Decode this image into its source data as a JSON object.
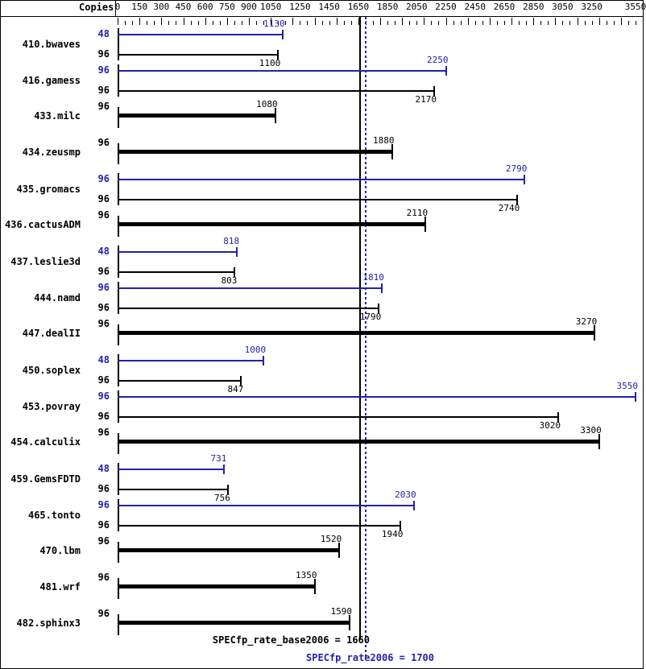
{
  "header": {
    "copies_label": "Copies"
  },
  "footer": {
    "base_text": "SPECfp_rate_base2006 = 1660",
    "peak_text": "SPECfp_rate2006 = 1700"
  },
  "colors": {
    "peak": "#2222aa",
    "base": "#000000",
    "background": "#ffffff"
  },
  "chart_data": {
    "type": "bar",
    "orientation": "horizontal",
    "title": "",
    "xlabel": "",
    "ylabel": "",
    "xlim": [
      0,
      3600
    ],
    "major_tick_step": 150,
    "minor_tick_step": 50,
    "grid": false,
    "axis_ticks": [
      0,
      150,
      300,
      450,
      600,
      750,
      900,
      1050,
      1250,
      1450,
      1650,
      1850,
      2050,
      2250,
      2450,
      2650,
      2850,
      3050,
      3250,
      3550
    ],
    "axis_tick_labels": [
      "0",
      "150",
      "300",
      "450",
      "600",
      "750",
      "900",
      "1050",
      "1250",
      "1450",
      "1650",
      "1850",
      "2050",
      "2250",
      "2450",
      "2650",
      "2850",
      "3050",
      "3250",
      "3550"
    ],
    "reference_lines": [
      {
        "name": "SPECfp_rate2006",
        "value": 1700,
        "style": "dotted",
        "color": "#2222aa"
      },
      {
        "name": "SPECfp_rate_base2006",
        "value": 1660,
        "style": "solid",
        "color": "#000000"
      }
    ],
    "series": [
      {
        "name": "peak",
        "label": "SPECfp_rate2006",
        "color": "#2222aa"
      },
      {
        "name": "base",
        "label": "SPECfp_rate_base2006",
        "color": "#000000"
      }
    ],
    "categories": [
      "410.bwaves",
      "416.gamess",
      "433.milc",
      "434.zeusmp",
      "435.gromacs",
      "436.cactusADM",
      "437.leslie3d",
      "444.namd",
      "447.dealII",
      "450.soplex",
      "453.povray",
      "454.calculix",
      "459.GemsFDTD",
      "465.tonto",
      "470.lbm",
      "481.wrf",
      "482.sphinx3"
    ],
    "rows": [
      {
        "benchmark": "410.bwaves",
        "peak_copies": "48",
        "peak_value": 1130,
        "peak_label": "1130",
        "base_copies": "96",
        "base_value": 1100,
        "base_label": "1100",
        "single": false
      },
      {
        "benchmark": "416.gamess",
        "peak_copies": "96",
        "peak_value": 2250,
        "peak_label": "2250",
        "base_copies": "96",
        "base_value": 2170,
        "base_label": "2170",
        "single": false
      },
      {
        "benchmark": "433.milc",
        "peak_copies": "",
        "peak_value": null,
        "peak_label": "",
        "base_copies": "96",
        "base_value": 1080,
        "base_label": "1080",
        "single": true
      },
      {
        "benchmark": "434.zeusmp",
        "peak_copies": "",
        "peak_value": null,
        "peak_label": "",
        "base_copies": "96",
        "base_value": 1880,
        "base_label": "1880",
        "single": true
      },
      {
        "benchmark": "435.gromacs",
        "peak_copies": "96",
        "peak_value": 2790,
        "peak_label": "2790",
        "base_copies": "96",
        "base_value": 2740,
        "base_label": "2740",
        "single": false
      },
      {
        "benchmark": "436.cactusADM",
        "peak_copies": "",
        "peak_value": null,
        "peak_label": "",
        "base_copies": "96",
        "base_value": 2110,
        "base_label": "2110",
        "single": true
      },
      {
        "benchmark": "437.leslie3d",
        "peak_copies": "48",
        "peak_value": 818,
        "peak_label": "818",
        "base_copies": "96",
        "base_value": 803,
        "base_label": "803",
        "single": false
      },
      {
        "benchmark": "444.namd",
        "peak_copies": "96",
        "peak_value": 1810,
        "peak_label": "1810",
        "base_copies": "96",
        "base_value": 1790,
        "base_label": "1790",
        "single": false
      },
      {
        "benchmark": "447.dealII",
        "peak_copies": "",
        "peak_value": null,
        "peak_label": "",
        "base_copies": "96",
        "base_value": 3270,
        "base_label": "3270",
        "single": true
      },
      {
        "benchmark": "450.soplex",
        "peak_copies": "48",
        "peak_value": 1000,
        "peak_label": "1000",
        "base_copies": "96",
        "base_value": 847,
        "base_label": "847",
        "single": false
      },
      {
        "benchmark": "453.povray",
        "peak_copies": "96",
        "peak_value": 3550,
        "peak_label": "3550",
        "base_copies": "96",
        "base_value": 3020,
        "base_label": "3020",
        "single": false
      },
      {
        "benchmark": "454.calculix",
        "peak_copies": "",
        "peak_value": null,
        "peak_label": "",
        "base_copies": "96",
        "base_value": 3300,
        "base_label": "3300",
        "single": true
      },
      {
        "benchmark": "459.GemsFDTD",
        "peak_copies": "48",
        "peak_value": 731,
        "peak_label": "731",
        "base_copies": "96",
        "base_value": 756,
        "base_label": "756",
        "single": false
      },
      {
        "benchmark": "465.tonto",
        "peak_copies": "96",
        "peak_value": 2030,
        "peak_label": "2030",
        "base_copies": "96",
        "base_value": 1940,
        "base_label": "1940",
        "single": false
      },
      {
        "benchmark": "470.lbm",
        "peak_copies": "",
        "peak_value": null,
        "peak_label": "",
        "base_copies": "96",
        "base_value": 1520,
        "base_label": "1520",
        "single": true
      },
      {
        "benchmark": "481.wrf",
        "peak_copies": "",
        "peak_value": null,
        "peak_label": "",
        "base_copies": "96",
        "base_value": 1350,
        "base_label": "1350",
        "single": true
      },
      {
        "benchmark": "482.sphinx3",
        "peak_copies": "",
        "peak_value": null,
        "peak_label": "",
        "base_copies": "96",
        "base_value": 1590,
        "base_label": "1590",
        "single": true
      }
    ]
  }
}
